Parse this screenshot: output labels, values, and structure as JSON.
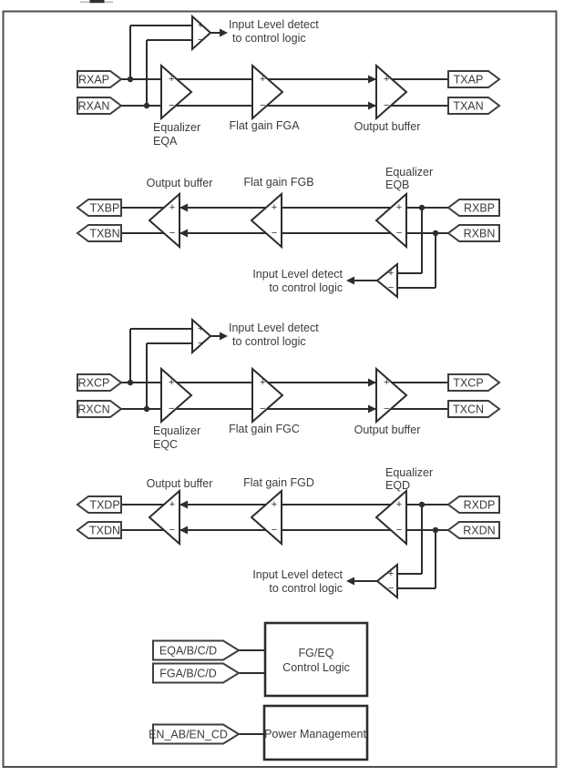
{
  "colors": {
    "ink": "#2d2d2d",
    "pentagon_stroke": "#3e3e3e",
    "text": "#3b3b3b",
    "border": "#4e4e4e",
    "background": "#ffffff"
  },
  "detect_label": {
    "line1": "Input Level detect",
    "line2": "to control logic"
  },
  "signs": {
    "plus": "+",
    "minus": "−"
  },
  "channels": [
    {
      "id": "A",
      "dir": "ltr",
      "rx_p": "RXAP",
      "rx_n": "RXAN",
      "tx_p": "TXAP",
      "tx_n": "TXAN",
      "eq_line1": "Equalizer",
      "eq_line2": "EQA",
      "fg_label": "Flat gain FGA",
      "buf_label": "Output buffer"
    },
    {
      "id": "B",
      "dir": "rtl",
      "rx_p": "RXBP",
      "rx_n": "RXBN",
      "tx_p": "TXBP",
      "tx_n": "TXBN",
      "eq_line1": "Equalizer",
      "eq_line2": "EQB",
      "fg_label": "Flat gain FGB",
      "buf_label": "Output buffer"
    },
    {
      "id": "C",
      "dir": "ltr",
      "rx_p": "RXCP",
      "rx_n": "RXCN",
      "tx_p": "TXCP",
      "tx_n": "TXCN",
      "eq_line1": "Equalizer",
      "eq_line2": "EQC",
      "fg_label": "Flat gain FGC",
      "buf_label": "Output buffer"
    },
    {
      "id": "D",
      "dir": "rtl",
      "rx_p": "RXDP",
      "rx_n": "RXDN",
      "tx_p": "TXDP",
      "tx_n": "TXDN",
      "eq_line1": "Equalizer",
      "eq_line2": "EQD",
      "fg_label": "Flat gain FGD",
      "buf_label": "Output buffer"
    }
  ],
  "control_logic": {
    "input_eq": "EQA/B/C/D",
    "input_fg": "FGA/B/C/D",
    "box_line1": "FG/EQ",
    "box_line2": "Control Logic"
  },
  "power": {
    "input_en": "EN_AB/EN_CD",
    "box_label": "Power Management"
  }
}
